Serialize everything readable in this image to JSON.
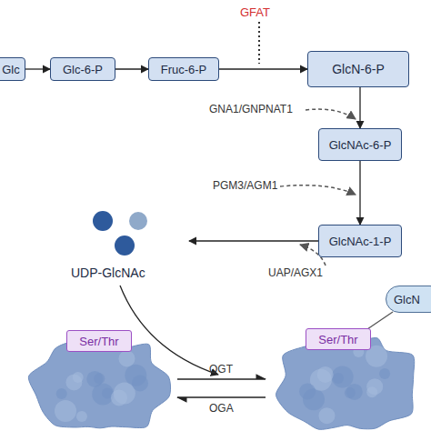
{
  "diagram": {
    "nodes": [
      {
        "text": [
          "Glc"
        ]
      },
      {
        "text": [
          "Glc-6-P"
        ]
      },
      {
        "text": [
          "Fruc-6-P"
        ]
      },
      {
        "text": [
          "GlcN-6-P"
        ]
      },
      {
        "text": [
          "GlcNAc-6-P"
        ]
      },
      {
        "text": [
          "GlcNAc-1-P"
        ]
      },
      {
        "text": [
          "Ser/Thr"
        ]
      },
      {
        "text": [
          "Ser/Thr"
        ]
      },
      {
        "text": [
          "GlcN"
        ]
      }
    ],
    "edges": [
      {
        "from": 0,
        "to": 1,
        "arrow": "to"
      },
      {
        "from": 1,
        "to": 2,
        "arrow": "to"
      },
      {
        "from": 2,
        "to": 3,
        "arrow": "to"
      },
      {
        "from": 3,
        "to": 4,
        "arrow": "to"
      },
      {
        "from": 4,
        "to": 5,
        "arrow": "to"
      }
    ],
    "labels": [
      "GFAT",
      "GNA1/GNPNAT1",
      "PGM3/AGM1",
      "UAP/AGX1",
      "UDP-GlcNAc",
      "OGT",
      "OGA"
    ]
  }
}
